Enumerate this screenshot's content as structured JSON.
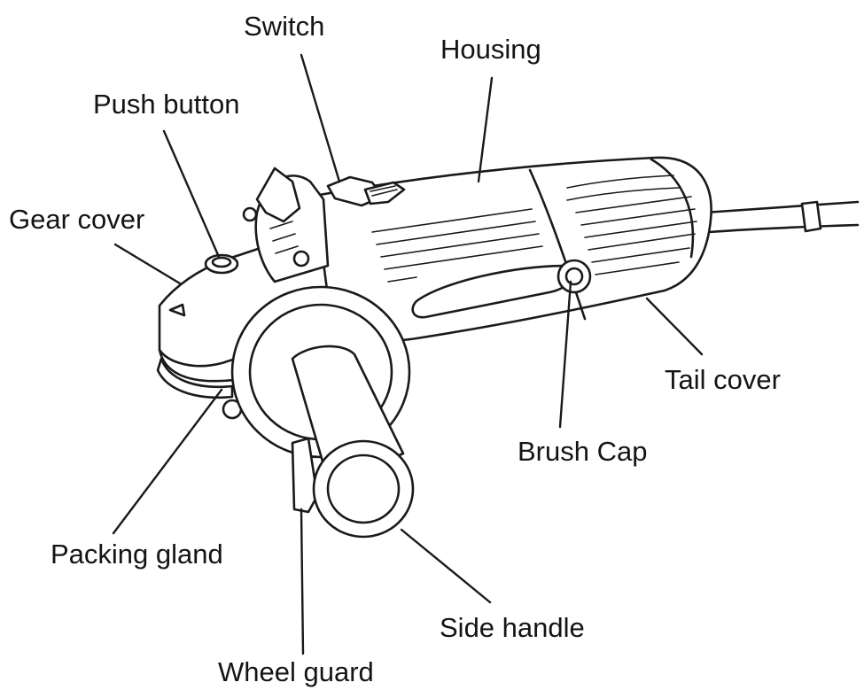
{
  "labels": {
    "switch": "Switch",
    "housing": "Housing",
    "push_button": "Push button",
    "gear_cover": "Gear cover",
    "tail_cover": "Tail cover",
    "brush_cap": "Brush Cap",
    "packing_gland": "Packing gland",
    "side_handle": "Side handle",
    "wheel_guard": "Wheel guard"
  },
  "colors": {
    "ink": "#1a1a1a",
    "background": "#ffffff"
  }
}
